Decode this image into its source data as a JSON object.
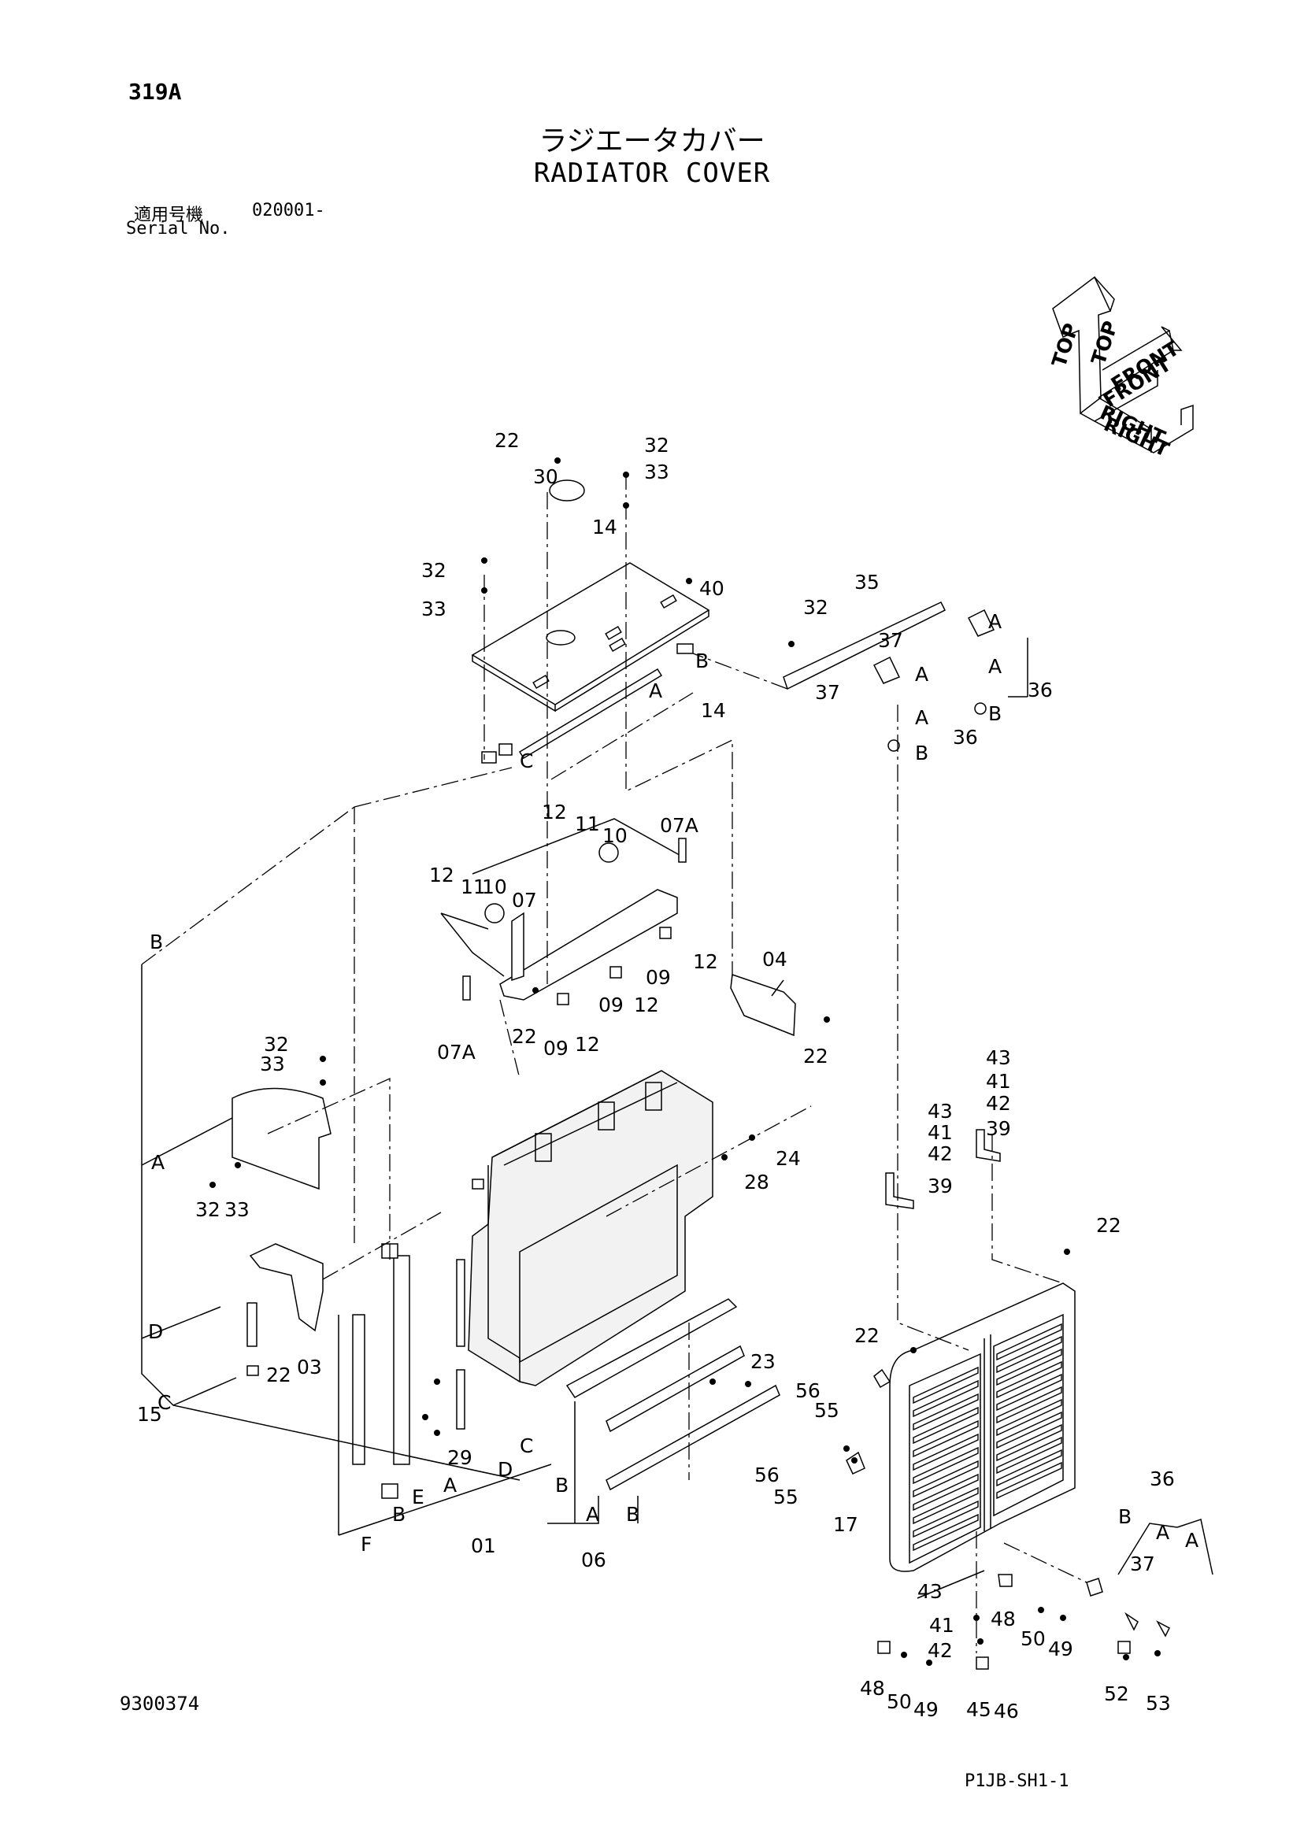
{
  "header": {
    "page_number": "319A",
    "title_jp": "ラジエータカバー",
    "title_en": "RADIATOR COVER",
    "serial_label_jp": "適用号機",
    "serial_range": "020001-",
    "serial_label_en": "Serial No."
  },
  "footer": {
    "drawing_number": "9300374",
    "sheet_ref": "P1JB-SH1-1"
  },
  "orientation": {
    "top": "TOP",
    "front": "FRONT",
    "right": "RIGHT"
  },
  "callouts": [
    "22",
    "32",
    "30",
    "33",
    "32",
    "33",
    "14",
    "40",
    "B",
    "A",
    "14",
    "C",
    "35",
    "32",
    "37",
    "A",
    "A",
    "B",
    "36",
    "37",
    "A",
    "A",
    "B",
    "36",
    "12",
    "11",
    "10",
    "07A",
    "12",
    "11",
    "10",
    "07",
    "09",
    "12",
    "09",
    "12",
    "07A",
    "22",
    "09",
    "12",
    "04",
    "22",
    "B",
    "32",
    "33",
    "A",
    "32",
    "33",
    "D",
    "22",
    "03",
    "C",
    "15",
    "24",
    "28",
    "29",
    "C",
    "D",
    "A",
    "E",
    "B",
    "F",
    "01",
    "23",
    "B",
    "A",
    "B",
    "06",
    "43",
    "41",
    "42",
    "39",
    "43",
    "41",
    "42",
    "39",
    "22",
    "22",
    "56",
    "55",
    "56",
    "55",
    "17",
    "43",
    "41",
    "42",
    "48",
    "50",
    "49",
    "48",
    "50",
    "49",
    "45",
    "46",
    "36",
    "B",
    "A",
    "A",
    "37",
    "52",
    "53"
  ]
}
